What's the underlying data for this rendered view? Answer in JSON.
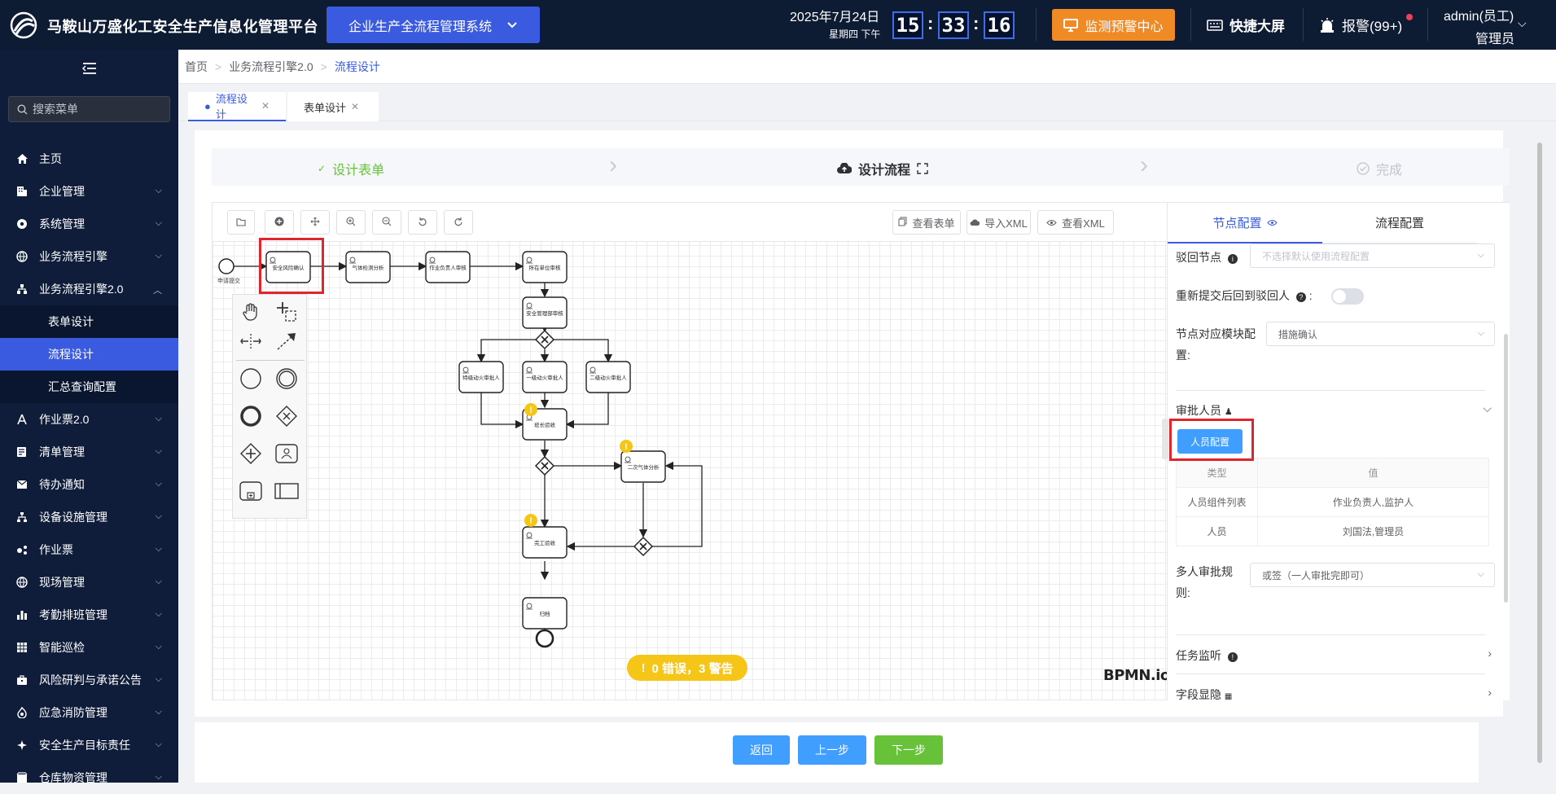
{
  "header": {
    "app_title": "马鞍山万盛化工安全生产信息化管理平台",
    "system_select": "企业生产全流程管理系统",
    "date": "2025年7月24日",
    "weekday": "星期四 下午",
    "clock": {
      "hh": "15",
      "mm": "33",
      "ss": "16"
    },
    "monitor_center": "监测预警中心",
    "big_screen": "快捷大屏",
    "alarm": "报警(99+)",
    "user_name": "admin(员工)",
    "user_role": "管理员"
  },
  "sidebar": {
    "search_placeholder": "搜索菜单",
    "items": [
      {
        "label": "主页",
        "icon": "home-icon"
      },
      {
        "label": "企业管理",
        "icon": "building-icon"
      },
      {
        "label": "系统管理",
        "icon": "gear-icon"
      },
      {
        "label": "业务流程引擎",
        "icon": "globe-icon"
      },
      {
        "label": "业务流程引擎2.0",
        "icon": "sitemap-icon"
      },
      {
        "label": "作业票2.0",
        "icon": "compass-icon"
      },
      {
        "label": "清单管理",
        "icon": "list-icon"
      },
      {
        "label": "待办通知",
        "icon": "mail-icon"
      },
      {
        "label": "设备设施管理",
        "icon": "network-icon"
      },
      {
        "label": "作业票",
        "icon": "share-icon"
      },
      {
        "label": "现场管理",
        "icon": "globe-icon"
      },
      {
        "label": "考勤排班管理",
        "icon": "bar-chart-icon"
      },
      {
        "label": "智能巡检",
        "icon": "grid-icon"
      },
      {
        "label": "风险研判与承诺公告",
        "icon": "briefcase-icon"
      },
      {
        "label": "应急消防管理",
        "icon": "fire-icon"
      },
      {
        "label": "安全生产目标责任",
        "icon": "target-icon"
      },
      {
        "label": "仓库物资管理",
        "icon": "box-icon"
      }
    ],
    "sub_items": [
      "表单设计",
      "流程设计",
      "汇总查询配置"
    ]
  },
  "breadcrumb": [
    "首页",
    "业务流程引擎2.0",
    "流程设计"
  ],
  "page_tabs": [
    {
      "label": "流程设计",
      "active": true
    },
    {
      "label": "表单设计",
      "active": false
    }
  ],
  "steps": [
    {
      "label": "设计表单",
      "state": "done"
    },
    {
      "label": "设计流程",
      "state": "current"
    },
    {
      "label": "完成",
      "state": "pending"
    }
  ],
  "canvas_toolbar": {
    "view_form": "查看表单",
    "import_xml": "导入XML",
    "view_xml": "查看XML"
  },
  "diagram": {
    "start_label": "申请提交",
    "tasks": [
      "安全风险确认",
      "气体检测分析",
      "作业负责人审核",
      "所在单位审核",
      "安全管理部审核",
      "特级动火审批人",
      "一级动火审批人",
      "二级动火审批人",
      "班长验收",
      "二次气体分析",
      "完工验收",
      "归档"
    ],
    "issues": "0 错误，3 警告",
    "logo": "BPMN.io"
  },
  "props": {
    "tabs": [
      "节点配置",
      "流程配置"
    ],
    "reject_node_label": "驳回节点",
    "reject_node_placeholder": "不选择默认使用流程配置",
    "resubmit_label": "重新提交后回到驳回人",
    "module_label": "节点对应模块配置:",
    "module_value": "措施确认",
    "approver_label": "审批人员",
    "person_config_btn": "人员配置",
    "table_headers": [
      "类型",
      "值"
    ],
    "table_rows": [
      [
        "人员组件列表",
        "作业负责人,监护人"
      ],
      [
        "人员",
        "刘国法,管理员"
      ]
    ],
    "multi_rule_label": "多人审批规则:",
    "multi_rule_value": "或签（一人审批完即可）",
    "task_listener": "任务监听",
    "field_visibility": "字段显隐"
  },
  "footer": {
    "back": "返回",
    "prev": "上一步",
    "next": "下一步"
  },
  "colors": {
    "primary": "#3a5be0",
    "header_bg": "#0d1b33",
    "orange": "#f08a24",
    "success": "#67c23a",
    "info": "#409eff",
    "warning": "#f5c518",
    "highlight": "#e0262c"
  }
}
